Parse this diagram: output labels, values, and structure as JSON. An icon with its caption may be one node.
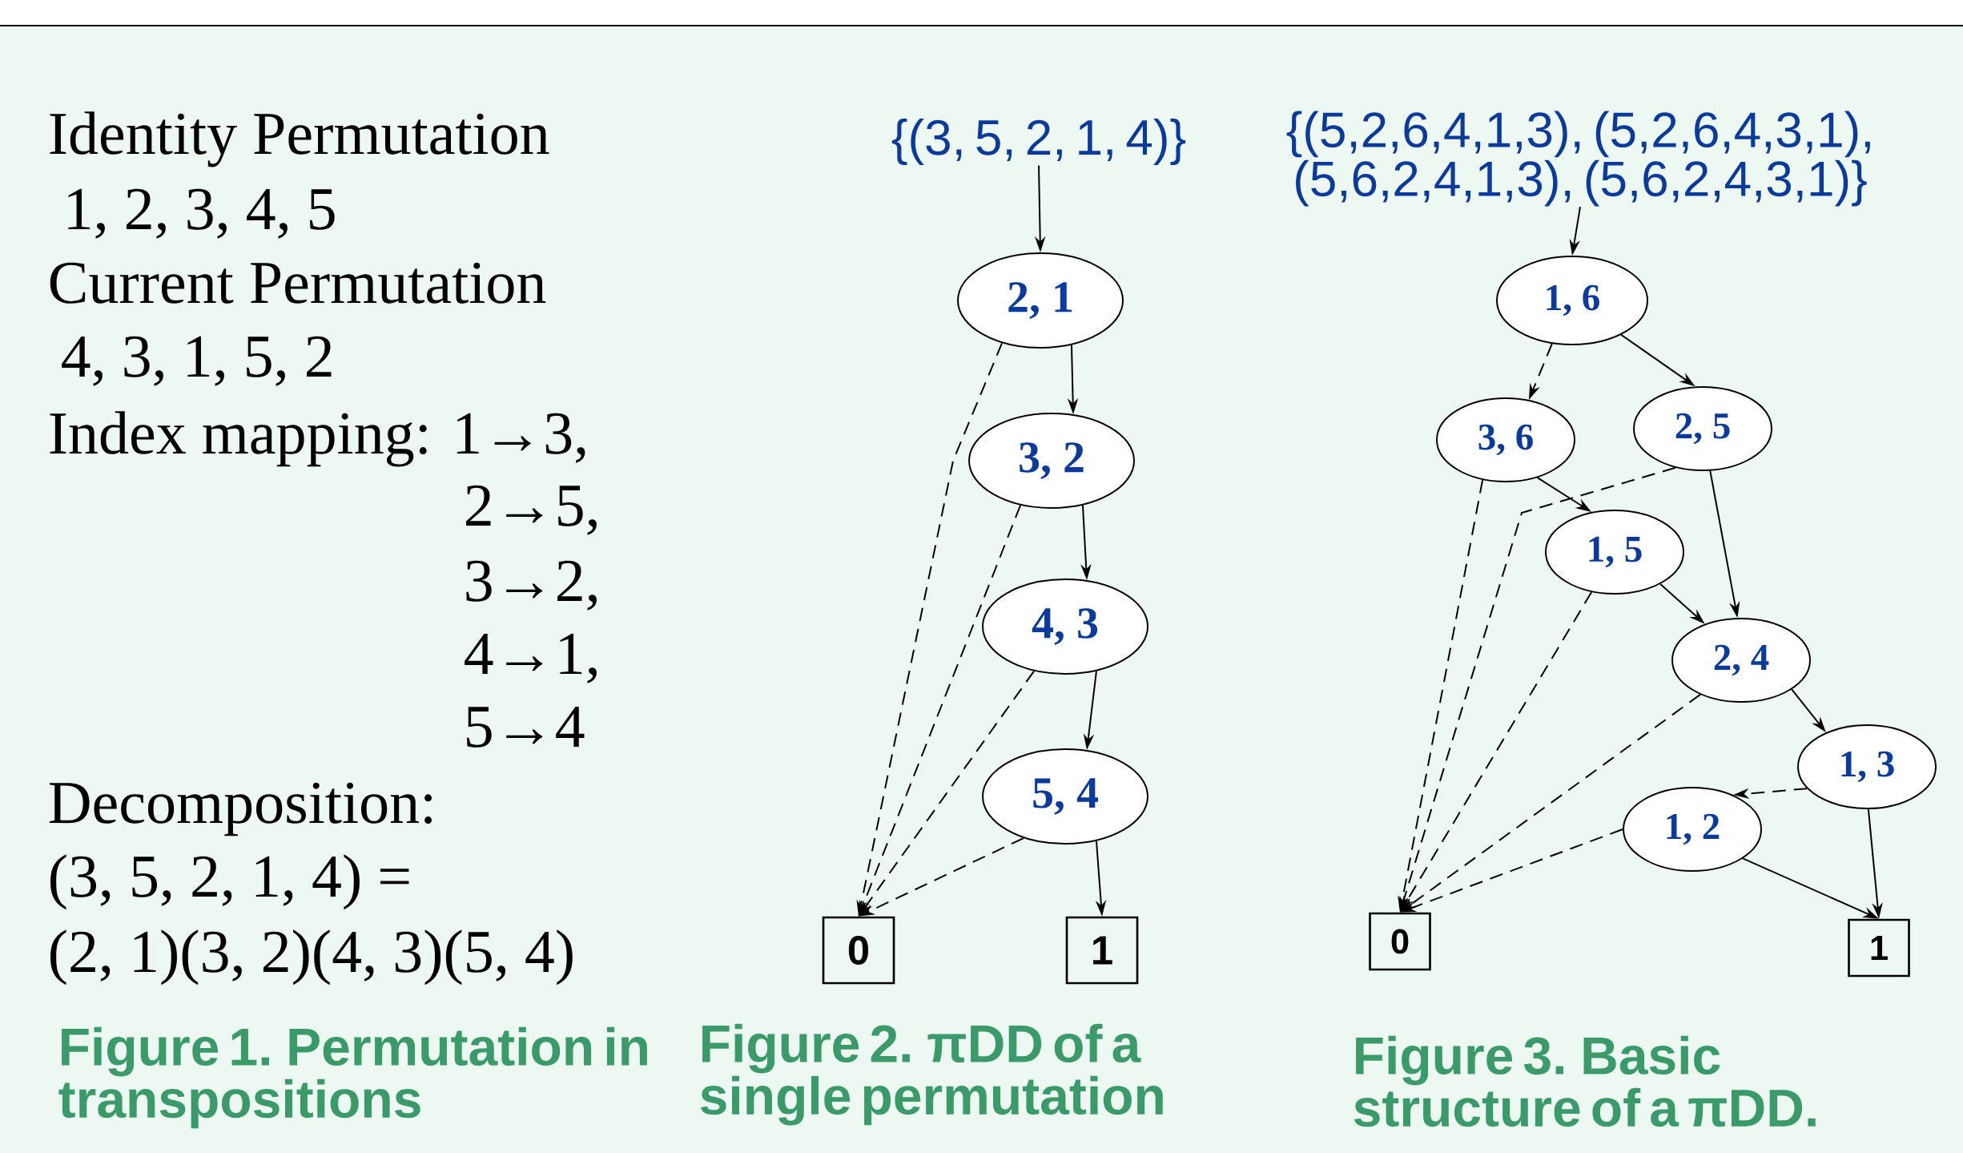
{
  "diagram": {
    "nodes": [
      {
        "text": [
          "{(3, 5, 2, 1, 4)}"
        ]
      },
      {
        "text": [
          "2, 1"
        ]
      },
      {
        "text": [
          "3, 2"
        ]
      },
      {
        "text": [
          "4, 3"
        ]
      },
      {
        "text": [
          "5, 4"
        ]
      },
      {
        "text": [
          "0"
        ]
      },
      {
        "text": [
          "1"
        ]
      },
      {
        "text": [
          "{(5,2,6,4,1,3), (5,2,6,4,3,1), (5,6,2,4,1,3), (5,6,2,4,3,1)}"
        ]
      },
      {
        "text": [
          "1, 6"
        ]
      },
      {
        "text": [
          "3, 6"
        ]
      },
      {
        "text": [
          "2, 5"
        ]
      },
      {
        "text": [
          "1, 5"
        ]
      },
      {
        "text": [
          "2, 4"
        ]
      },
      {
        "text": [
          "1, 3"
        ]
      },
      {
        "text": [
          "1, 2"
        ]
      },
      {
        "text": [
          "0"
        ]
      },
      {
        "text": [
          "1"
        ]
      }
    ],
    "edges": [
      {
        "from": 0,
        "to": 1,
        "arrow": "to"
      },
      {
        "from": 1,
        "to": 2,
        "arrow": "to"
      },
      {
        "from": 1,
        "to": 5,
        "arrow": "to",
        "style": "dashed"
      },
      {
        "from": 2,
        "to": 3,
        "arrow": "to"
      },
      {
        "from": 2,
        "to": 5,
        "arrow": "to",
        "style": "dashed"
      },
      {
        "from": 3,
        "to": 4,
        "arrow": "to"
      },
      {
        "from": 3,
        "to": 5,
        "arrow": "to",
        "style": "dashed"
      },
      {
        "from": 4,
        "to": 6,
        "arrow": "to"
      },
      {
        "from": 4,
        "to": 5,
        "arrow": "to",
        "style": "dashed"
      },
      {
        "from": 7,
        "to": 8,
        "arrow": "to"
      },
      {
        "from": 8,
        "to": 9,
        "arrow": "to",
        "style": "dashed"
      },
      {
        "from": 8,
        "to": 10,
        "arrow": "to"
      },
      {
        "from": 9,
        "to": 11,
        "arrow": "to"
      },
      {
        "from": 9,
        "to": 15,
        "arrow": "to",
        "style": "dashed"
      },
      {
        "from": 10,
        "to": 12,
        "arrow": "to"
      },
      {
        "from": 10,
        "to": 15,
        "arrow": "to",
        "style": "dashed"
      },
      {
        "from": 11,
        "to": 12,
        "arrow": "to"
      },
      {
        "from": 11,
        "to": 15,
        "arrow": "to",
        "style": "dashed"
      },
      {
        "from": 12,
        "to": 13,
        "arrow": "to"
      },
      {
        "from": 12,
        "to": 15,
        "arrow": "to",
        "style": "dashed"
      },
      {
        "from": 13,
        "to": 14,
        "arrow": "to",
        "style": "dashed"
      },
      {
        "from": 13,
        "to": 16,
        "arrow": "to"
      },
      {
        "from": 14,
        "to": 16,
        "arrow": "to"
      },
      {
        "from": 14,
        "to": 15,
        "arrow": "to",
        "style": "dashed"
      }
    ],
    "labels": [
      "Identity Permutation",
      "1, 2, 3, 4, 5",
      "Current Permutation",
      "4, 3, 1, 5, 2",
      "Index mapping: 1→3,",
      "2→5,",
      "3→2,",
      "4→1,",
      "5→4",
      "Decomposition:",
      "(3, 5, 2, 1, 4) =",
      "(2, 1)(3, 2)(4, 3)(5, 4)",
      "Figure 1. Permutation in transpositions",
      "Figure 2. πDD of a single permutation",
      "Figure 3. Basic structure of a πDD."
    ]
  }
}
